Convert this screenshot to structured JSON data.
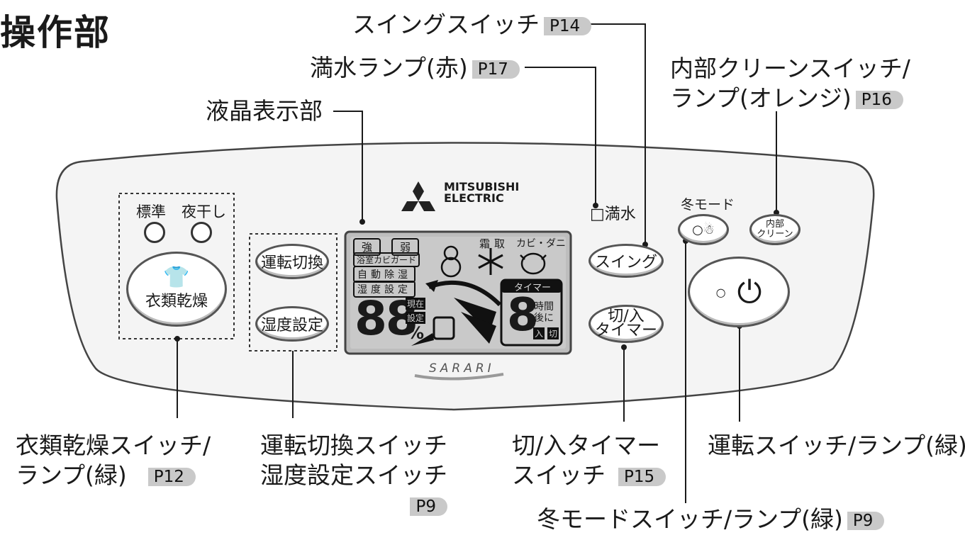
{
  "title": "操作部",
  "labels": {
    "swing": "スイングスイッチ",
    "swing_page": "P14",
    "tank": "満水ランプ(赤)",
    "tank_page": "P17",
    "lcd": "液晶表示部",
    "clean_line1": "内部クリーンスイッチ/",
    "clean_line2": "ランプ(オレンジ)",
    "clean_page": "P16",
    "clothes_line1": "衣類乾燥スイッチ/",
    "clothes_line2": "ランプ(緑)",
    "clothes_page": "P12",
    "mode_line1": "運転切換スイッチ",
    "mode_line2": "湿度設定スイッチ",
    "mode_page": "P9",
    "timer_line1": "切/入タイマー",
    "timer_line2": "スイッチ",
    "timer_page": "P15",
    "power": "運転スイッチ/ランプ(緑)",
    "winter": "冬モードスイッチ/ランプ(緑)",
    "winter_page": "P9"
  },
  "panel": {
    "brand1": "MITSUBISHI",
    "brand2": "ELECTRIC",
    "series": "SARARI",
    "tank_text": "満水",
    "lamp_standard": "標準",
    "lamp_night": "夜干し",
    "clothes_btn": "衣類乾燥",
    "mode_btn": "運転切換",
    "humid_btn": "湿度設定",
    "swing_btn": "スイング",
    "timer_btn_1": "切/入",
    "timer_btn_2": "タイマー",
    "winter_label": "冬モード",
    "clean_btn_1": "内部",
    "clean_btn_2": "クリーン"
  },
  "lcd": {
    "strong": "強",
    "weak": "弱",
    "bath": "浴室カビガード",
    "auto": "自動除湿",
    "humid": "湿度設定",
    "frost": "霜取",
    "mite": "カビ・ダニ",
    "digits": "88",
    "percent": "%",
    "now": "現在",
    "set": "設定",
    "timer_header": "タイマー",
    "timer_digit": "8",
    "hours1": "時間",
    "hours2": "後に",
    "on": "入",
    "off": "切"
  }
}
